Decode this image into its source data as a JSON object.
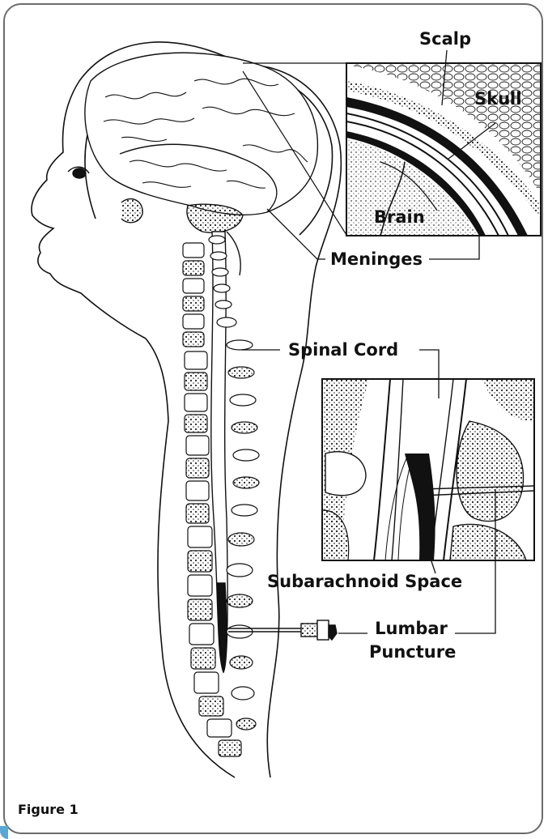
{
  "figure": {
    "caption": "Figure 1",
    "labels": {
      "scalp": "Scalp",
      "skull": "Skull",
      "brain": "Brain",
      "meninges": "Meninges",
      "spinal_cord": "Spinal Cord",
      "subarachnoid_space": "Subarachnoid Space",
      "lumbar_puncture_line1": "Lumbar",
      "lumbar_puncture_line2": "Puncture"
    }
  },
  "colors": {
    "ink": "#111111",
    "frame_border": "#6b6b6b",
    "accent": "#5aa6d6",
    "background": "#ffffff"
  }
}
